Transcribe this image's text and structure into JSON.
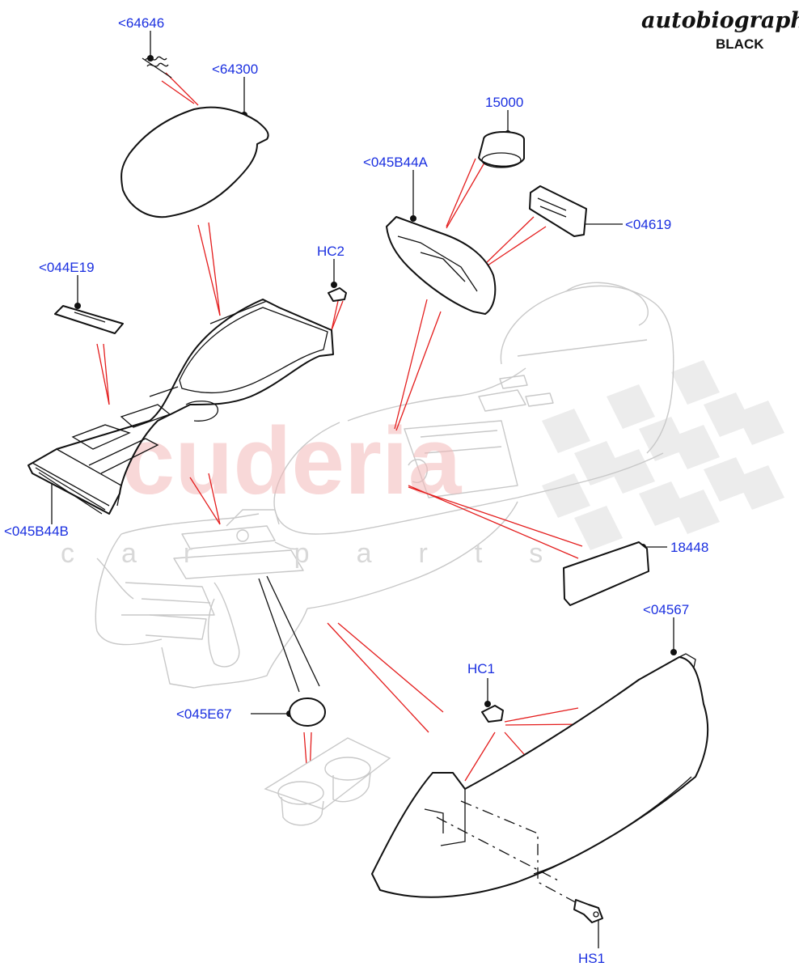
{
  "brand": {
    "script_title": "autobiography",
    "subtitle": "BLACK"
  },
  "watermark": {
    "main": "scuderia",
    "sub": "car parts"
  },
  "callouts": [
    {
      "id": "64646",
      "label": "<64646"
    },
    {
      "id": "64300",
      "label": "<64300"
    },
    {
      "id": "15000",
      "label": "15000"
    },
    {
      "id": "045B44A",
      "label": "<045B44A"
    },
    {
      "id": "04619",
      "label": "<04619"
    },
    {
      "id": "HC2",
      "label": "HC2"
    },
    {
      "id": "044E19",
      "label": "<044E19"
    },
    {
      "id": "045B44B",
      "label": "<045B44B"
    },
    {
      "id": "18448",
      "label": "18448"
    },
    {
      "id": "04567",
      "label": "<04567"
    },
    {
      "id": "HC1",
      "label": "HC1"
    },
    {
      "id": "045E67",
      "label": "<045E67"
    },
    {
      "id": "HS1",
      "label": "HS1"
    }
  ],
  "colors": {
    "callout_text": "#1a2fe0",
    "leader_red": "#e41d1d",
    "ghost_outline": "#c8c8c8",
    "watermark_red": "#f3b9b9"
  }
}
